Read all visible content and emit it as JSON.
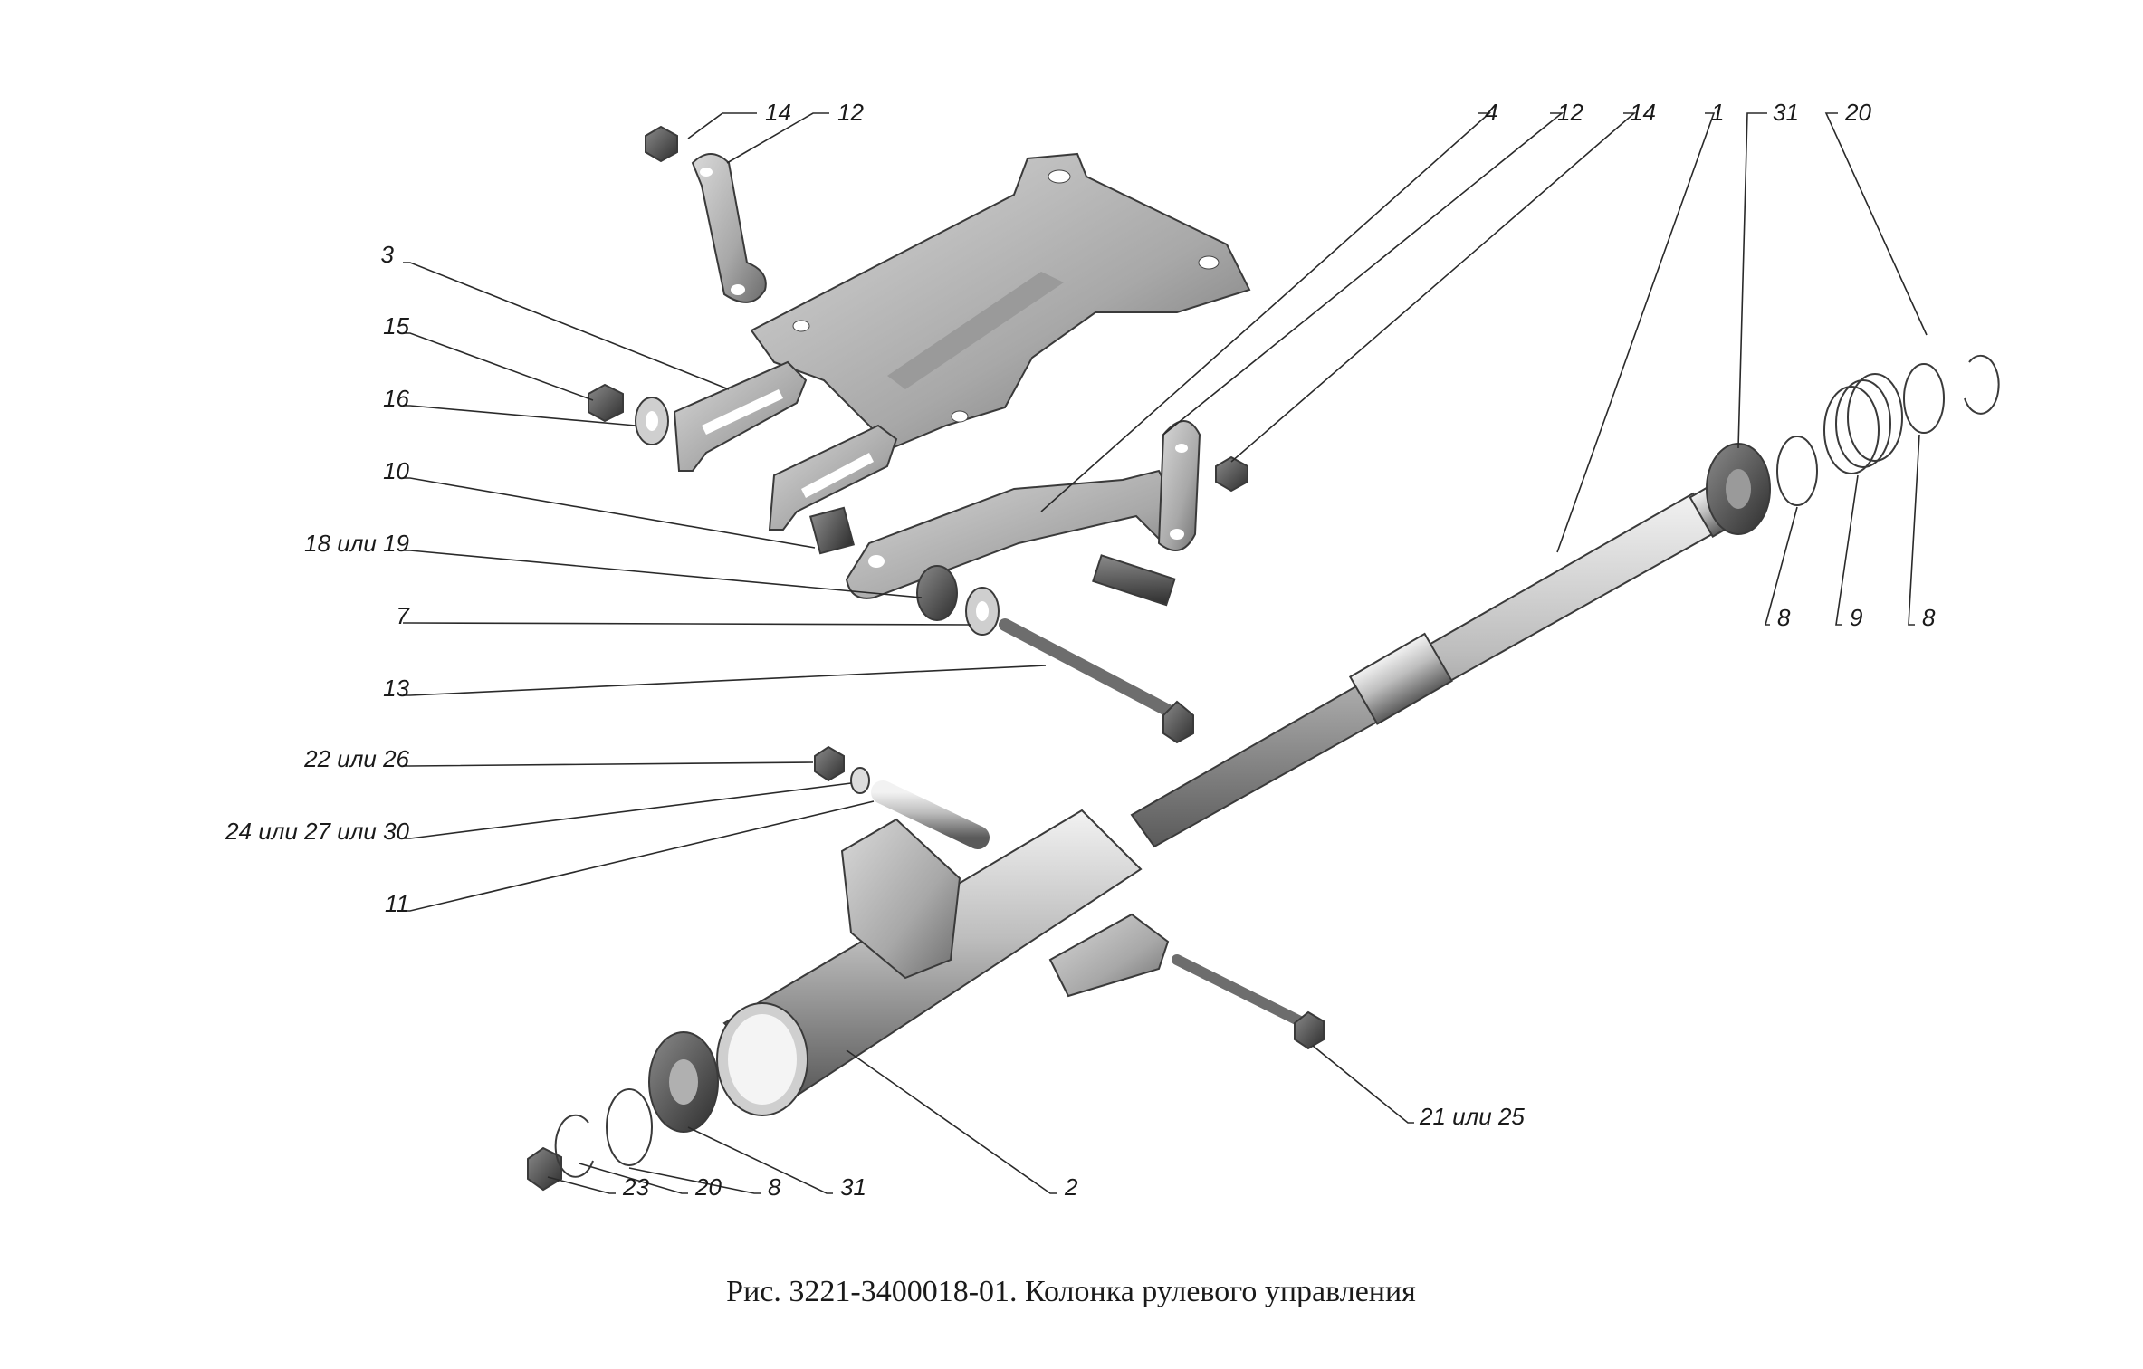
{
  "caption": "Рис. 3221-3400018-01. Колонка рулевого управления",
  "callouts": {
    "c14a": "14",
    "c12a": "12",
    "c4": "4",
    "c12b": "12",
    "c14b": "14",
    "c1": "1",
    "c31a": "31",
    "c20a": "20",
    "c3": "3",
    "c15": "15",
    "c16": "16",
    "c10": "10",
    "c18": "18 или 19",
    "c7": "7",
    "c13": "13",
    "c22": "22 или 26",
    "c24": "24 или 27 или 30",
    "c11": "11",
    "c8a": "8",
    "c9": "9",
    "c8b": "8",
    "c21": "21 или 25",
    "c23": "23",
    "c20b": "20",
    "c8c": "8",
    "c31b": "31",
    "c2": "2"
  }
}
